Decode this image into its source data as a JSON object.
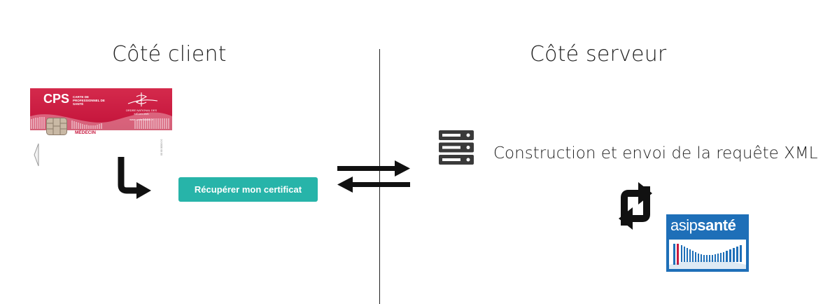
{
  "headings": {
    "client": "Côté client",
    "server": "Côté serveur"
  },
  "cps_card": {
    "logo": "CPS",
    "subtitle": "CARTE DE PROFESSIONNEL DE SANTÉ",
    "ordre": "ORDRE NATIONAL DES MÉDECINS",
    "url": "www.ordre-sante.fr",
    "role": "MÉDECIN",
    "colors": {
      "band": "#c8193f"
    }
  },
  "client": {
    "button_label": "Récupérer mon certificat",
    "button_color": "#27b4a9"
  },
  "server": {
    "request_label": "Construction et envoi de la requête XML"
  },
  "asip_logo": {
    "text_light": "asip",
    "text_bold": "santé",
    "color": "#1e6fb8"
  },
  "icons": [
    "down-right-arrow-icon",
    "exchange-arrows-icon",
    "server-icon",
    "refresh-icon"
  ]
}
